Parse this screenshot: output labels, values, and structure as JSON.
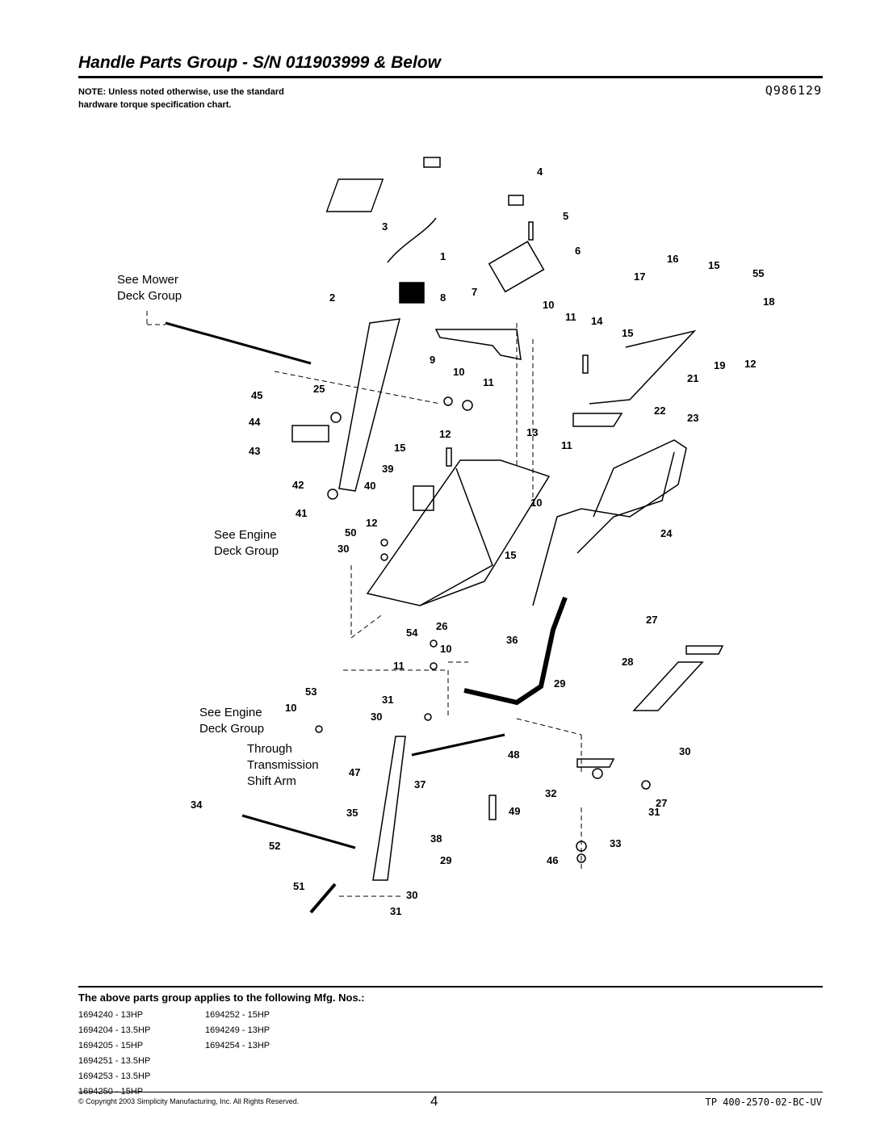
{
  "header": {
    "title": "Handle Parts Group - S/N 011903999 & Below",
    "note": "NOTE: Unless noted otherwise, use the standard hardware torque specification chart.",
    "code": "Q986129"
  },
  "diagram": {
    "refs": {
      "see_mower_line1": "See Mower",
      "see_mower_line2": "Deck Group",
      "see_engine_1_line1": "See Engine",
      "see_engine_1_line2": "Deck Group",
      "see_engine_2_line1": "See Engine",
      "see_engine_2_line2": "Deck Group",
      "through_line1": "Through",
      "through_line2": "Transmission",
      "through_line3": "Shift Arm"
    },
    "callouts": [
      "4",
      "5",
      "3",
      "6",
      "1",
      "16",
      "15",
      "55",
      "17",
      "2",
      "8",
      "7",
      "10",
      "18",
      "11",
      "14",
      "15",
      "9",
      "19",
      "12",
      "10",
      "11",
      "21",
      "45",
      "25",
      "22",
      "23",
      "44",
      "12",
      "13",
      "11",
      "43",
      "15",
      "39",
      "42",
      "40",
      "10",
      "41",
      "12",
      "24",
      "50",
      "30",
      "15",
      "27",
      "26",
      "54",
      "36",
      "10",
      "11",
      "28",
      "53",
      "31",
      "29",
      "10",
      "30",
      "48",
      "30",
      "47",
      "37",
      "34",
      "35",
      "32",
      "27",
      "49",
      "31",
      "38",
      "52",
      "33",
      "29",
      "46",
      "51",
      "30",
      "31"
    ]
  },
  "applies": {
    "heading": "The above parts group applies to the following Mfg. Nos.:",
    "col1": [
      "1694240 - 13HP",
      "1694204 - 13.5HP",
      "1694205 - 15HP",
      "1694251 - 13.5HP",
      "1694253 - 13.5HP",
      "1694250 - 15HP"
    ],
    "col2": [
      "1694252 - 15HP",
      "1694249 - 13HP",
      "1694254 - 13HP"
    ]
  },
  "footer": {
    "copyright": "© Copyright 2003 Simplicity Manufacturing, Inc. All Rights Reserved.",
    "page": "4",
    "doc_id": "TP 400-2570-02-BC-UV"
  }
}
